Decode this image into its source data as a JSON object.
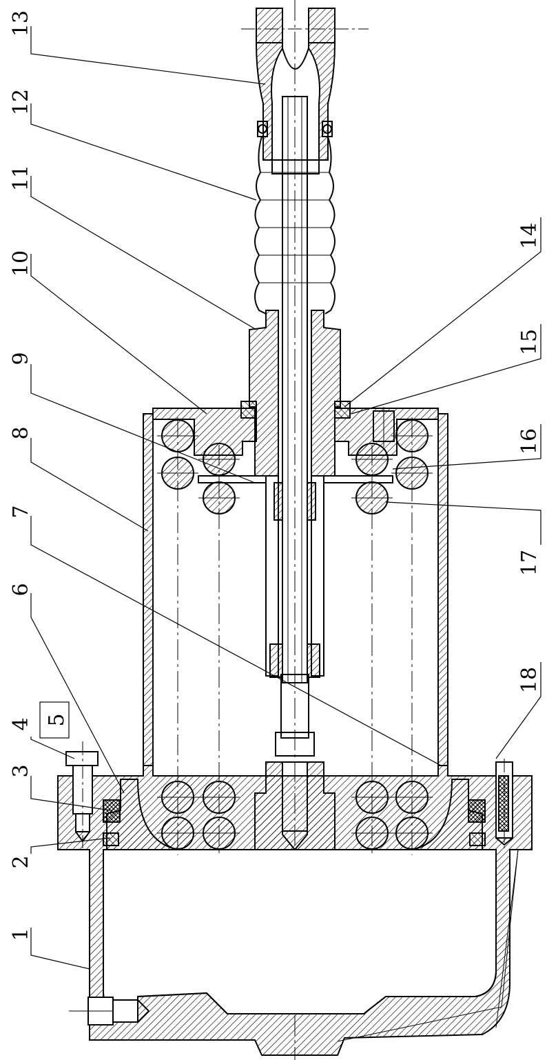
{
  "drawing": {
    "part_numbers": [
      "13",
      "12",
      "11",
      "10",
      "9",
      "8",
      "7",
      "6",
      "4",
      "5",
      "3",
      "2",
      "1",
      "14",
      "15",
      "16",
      "17",
      "18"
    ],
    "part_5_boxed": true,
    "line_color": "#000000",
    "background": "#ffffff"
  }
}
